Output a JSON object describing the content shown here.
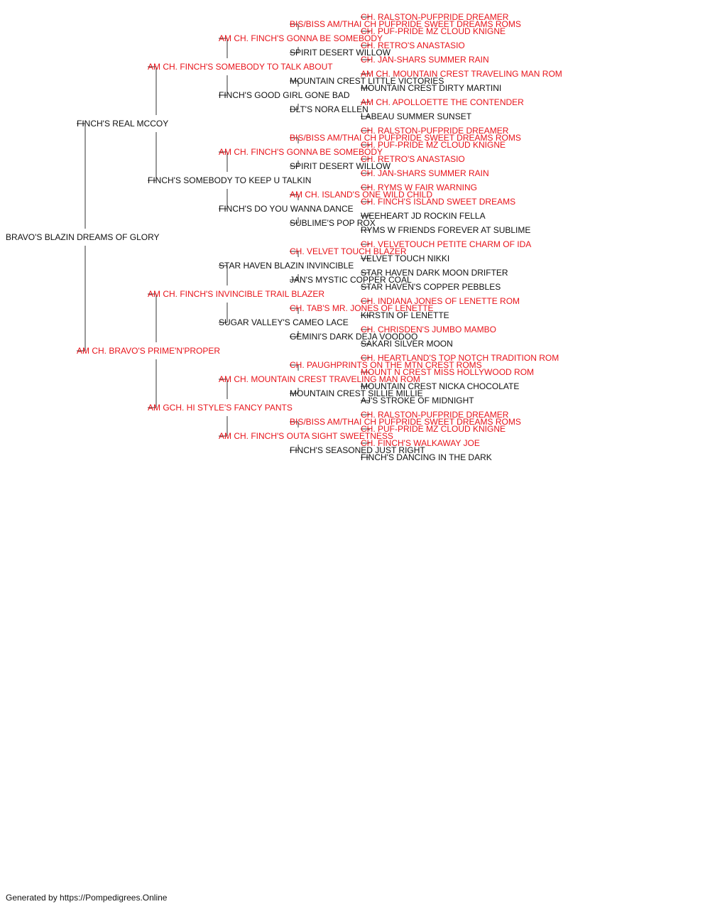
{
  "colors": {
    "titled": "#e8141b",
    "plain": "#111111",
    "line": "#333333"
  },
  "pedigree": {
    "name": "BRAVO'S BLAZIN DREAMS OF GLORY",
    "titled": false,
    "sire": {
      "name": "FINCH'S REAL MCCOY",
      "titled": false,
      "sire": {
        "name": "AM CH. FINCH'S SOMEBODY TO TALK ABOUT",
        "titled": true,
        "sire": {
          "name": "AM CH. FINCH'S GONNA BE SOMEBODY",
          "titled": true,
          "sire": {
            "name": "BIS/BISS AM/THAI CH PUFPRIDE SWEET DREAMS ROMS",
            "titled": true,
            "sire": {
              "name": "CH. RALSTON-PUFPRIDE DREAMER",
              "titled": true
            },
            "dam": {
              "name": "CH. PUF-PRIDE MZ CLOUD KNIGNE",
              "titled": true
            }
          },
          "dam": {
            "name": "SPIRIT DESERT WILLOW",
            "titled": false,
            "sire": {
              "name": "CH. RETRO'S ANASTASIO",
              "titled": true
            },
            "dam": {
              "name": "CH. JAN-SHARS SUMMER RAIN",
              "titled": true
            }
          }
        },
        "dam": {
          "name": "FINCH'S GOOD GIRL GONE BAD",
          "titled": false,
          "sire": {
            "name": "MOUNTAIN CREST LITTLE VICTORIES",
            "titled": false,
            "sire": {
              "name": "AM CH. MOUNTAIN CREST TRAVELING MAN ROM",
              "titled": true
            },
            "dam": {
              "name": "MOUNTAIN CREST DIRTY MARTINI",
              "titled": false
            }
          },
          "dam": {
            "name": "DLT'S NORA ELLEN",
            "titled": false,
            "sire": {
              "name": "AM CH. APOLLOETTE THE CONTENDER",
              "titled": true
            },
            "dam": {
              "name": "LABEAU SUMMER SUNSET",
              "titled": false
            }
          }
        }
      },
      "dam": {
        "name": "FINCH'S SOMEBODY TO KEEP U TALKIN",
        "titled": false,
        "sire": {
          "name": "AM CH. FINCH'S GONNA BE SOMEBODY",
          "titled": true,
          "sire": {
            "name": "BIS/BISS AM/THAI CH PUFPRIDE SWEET DREAMS ROMS",
            "titled": true,
            "sire": {
              "name": "CH. RALSTON-PUFPRIDE DREAMER",
              "titled": true
            },
            "dam": {
              "name": "CH. PUF-PRIDE MZ CLOUD KNIGNE",
              "titled": true
            }
          },
          "dam": {
            "name": "SPIRIT DESERT WILLOW",
            "titled": false,
            "sire": {
              "name": "CH. RETRO'S ANASTASIO",
              "titled": true
            },
            "dam": {
              "name": "CH. JAN-SHARS SUMMER RAIN",
              "titled": true
            }
          }
        },
        "dam": {
          "name": "FINCH'S DO YOU WANNA DANCE",
          "titled": false,
          "sire": {
            "name": "AM CH. ISLAND'S ONE WILD CHILD",
            "titled": true,
            "sire": {
              "name": "CH. RYMS W FAIR WARNING",
              "titled": true
            },
            "dam": {
              "name": "CH. FINCH'S ISLAND SWEET DREAMS",
              "titled": true
            }
          },
          "dam": {
            "name": "SUBLIME'S POP ROX",
            "titled": false,
            "sire": {
              "name": "WEEHEART JD ROCKIN FELLA",
              "titled": false
            },
            "dam": {
              "name": "RYMS W FRIENDS FOREVER AT SUBLIME",
              "titled": false
            }
          }
        }
      }
    },
    "dam": {
      "name": "AM CH. BRAVO'S PRIME'N'PROPER",
      "titled": true,
      "sire": {
        "name": "AM CH. FINCH'S INVINCIBLE TRAIL BLAZER",
        "titled": true,
        "sire": {
          "name": "STAR HAVEN BLAZIN INVINCIBLE",
          "titled": false,
          "sire": {
            "name": "CH. VELVET TOUCH BLAZER",
            "titled": true,
            "sire": {
              "name": "CH. VELVETOUCH PETITE CHARM OF IDA",
              "titled": true
            },
            "dam": {
              "name": "VELVET TOUCH NIKKI",
              "titled": false
            }
          },
          "dam": {
            "name": "JAN'S MYSTIC COPPER COAL",
            "titled": false,
            "sire": {
              "name": "STAR HAVEN DARK MOON DRIFTER",
              "titled": false
            },
            "dam": {
              "name": "STAR HAVEN'S COPPER PEBBLES",
              "titled": false
            }
          }
        },
        "dam": {
          "name": "SUGAR VALLEY'S CAMEO LACE",
          "titled": false,
          "sire": {
            "name": "CH. TAB'S MR. JONES OF LENETTE",
            "titled": true,
            "sire": {
              "name": "CH. INDIANA JONES OF LENETTE ROM",
              "titled": true
            },
            "dam": {
              "name": "KIRSTIN OF LENETTE",
              "titled": false
            }
          },
          "dam": {
            "name": "GEMINI'S DARK DEJA VOODOO",
            "titled": false,
            "sire": {
              "name": "CH. CHRISDEN'S JUMBO MAMBO",
              "titled": true
            },
            "dam": {
              "name": "SAKARI SILVER MOON",
              "titled": false
            }
          }
        }
      },
      "dam": {
        "name": "AM GCH. HI STYLE'S FANCY PANTS",
        "titled": true,
        "sire": {
          "name": "AM CH. MOUNTAIN CREST TRAVELING MAN ROM",
          "titled": true,
          "sire": {
            "name": "CH. PAUGHPRINTS ON THE MTN CREST ROMS",
            "titled": true,
            "sire": {
              "name": "CH. HEARTLAND'S TOP NOTCH TRADITION ROM",
              "titled": true
            },
            "dam": {
              "name": "MOUNT N CREST MISS HOLLYWOOD ROM",
              "titled": true
            }
          },
          "dam": {
            "name": "MOUNTAIN CREST SILLIE MILLIE",
            "titled": false,
            "sire": {
              "name": "MOUNTAIN CREST NICKA CHOCOLATE",
              "titled": false
            },
            "dam": {
              "name": "AJ'S STROKE OF MIDNIGHT",
              "titled": false
            }
          }
        },
        "dam": {
          "name": "AM CH. FINCH'S OUTA SIGHT SWEETNESS",
          "titled": true,
          "sire": {
            "name": "BIS/BISS AM/THAI CH PUFPRIDE SWEET DREAMS ROMS",
            "titled": true,
            "sire": {
              "name": "CH. RALSTON-PUFPRIDE DREAMER",
              "titled": true
            },
            "dam": {
              "name": "CH. PUF-PRIDE MZ CLOUD KNIGNE",
              "titled": true
            }
          },
          "dam": {
            "name": "FINCH'S SEASONED JUST RIGHT",
            "titled": false,
            "sire": {
              "name": "CH. FINCH'S WALKAWAY JOE",
              "titled": true
            },
            "dam": {
              "name": "FINCH'S DANCING IN THE DARK",
              "titled": false
            }
          }
        }
      }
    }
  },
  "footer": {
    "text": "Generated by https://Pompedigrees.Online"
  }
}
